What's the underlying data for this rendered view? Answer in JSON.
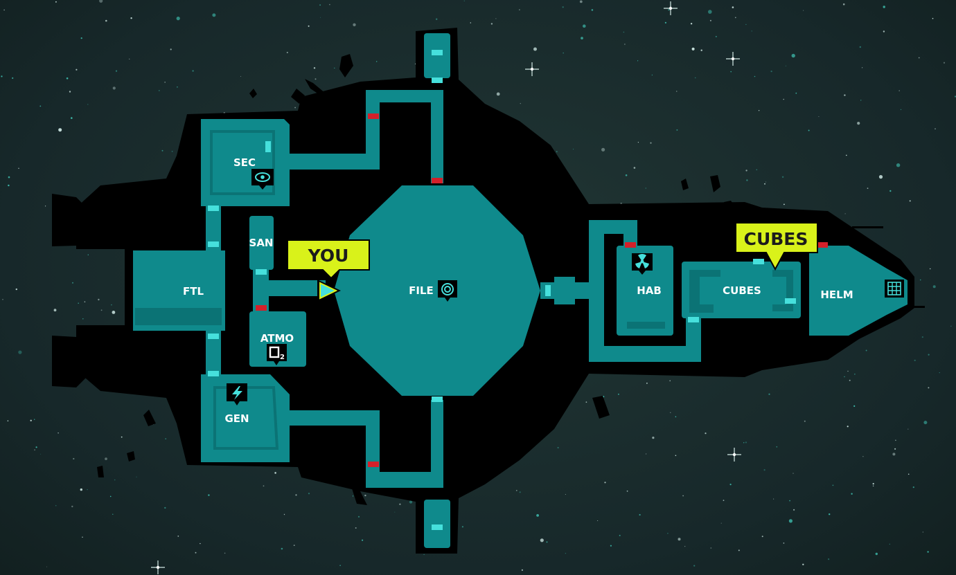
{
  "rooms": {
    "sec": "SEC",
    "san": "SAN",
    "ftl": "FTL",
    "atmo": "ATMO",
    "gen": "GEN",
    "file": "FILE",
    "hab": "HAB",
    "cubes": "CUBES",
    "helm": "HELM"
  },
  "markers": {
    "player": "YOU",
    "objective": "CUBES"
  },
  "icons": {
    "sec": "eye-icon",
    "atmo": "oxygen-icon",
    "gen": "lightning-icon",
    "file": "target-icon",
    "hab": "radiation-icon",
    "helm": "grid-icon",
    "player": "arrow-icon"
  },
  "colors": {
    "hull": "#000000",
    "room": "#0f8a8c",
    "room_dark": "#0b7375",
    "door_open": "#46e0dc",
    "door_locked": "#d4202a",
    "callout": "#d9f21a",
    "space": "#1a2a28"
  }
}
